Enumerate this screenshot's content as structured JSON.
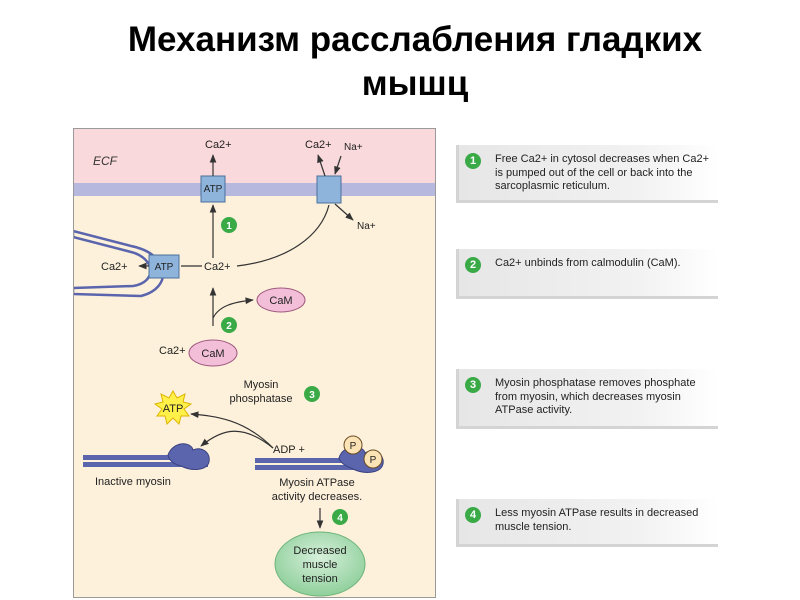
{
  "slide": {
    "title_line1": "Механизм расслабления гладких",
    "title_line2": "мышц"
  },
  "diagram": {
    "ecf_label": "ECF",
    "ca_top_left": "Ca2+",
    "ca_top_right": "Ca2+",
    "na_top": "Na+",
    "na_bottom": "Na+",
    "atp_pump_membrane": "ATP",
    "atp_pump_sr": "ATP",
    "ca_sr_side": "Ca2+",
    "ca_cytosol": "Ca2+",
    "cam_free": "CaM",
    "ca_bound": "Ca2+",
    "cam_bound": "CaM",
    "myosin_phosphatase_line1": "Myosin",
    "myosin_phosphatase_line2": "phosphatase",
    "atp_star": "ATP",
    "adp_plus": "ADP +",
    "phosphate_1": "P",
    "phosphate_2": "P",
    "inactive_myosin": "Inactive myosin",
    "atpase_line1": "Myosin ATPase",
    "atpase_line2": "activity decreases.",
    "tension_line1": "Decreased",
    "tension_line2": "muscle",
    "tension_line3": "tension",
    "badge_1": "1",
    "badge_2": "2",
    "badge_3": "3",
    "badge_4": "4"
  },
  "steps": [
    {
      "num": "1",
      "text": "Free Ca2+ in cytosol decreases when Ca2+ is pumped out of the cell or back into the sarcoplasmic reticulum."
    },
    {
      "num": "2",
      "text": "Ca2+ unbinds from calmodulin (CaM)."
    },
    {
      "num": "3",
      "text": "Myosin phosphatase removes phosphate from myosin, which decreases myosin ATPase activity."
    },
    {
      "num": "4",
      "text": "Less myosin ATPase results in decreased muscle tension."
    }
  ],
  "colors": {
    "ecf": "#f9d9db",
    "membrane": "#b6b9dd",
    "cytosol": "#fdf1dc",
    "pump": "#8fb4dc",
    "cam": "#f3bfd8",
    "badge": "#3aaa47",
    "myosin": "#5a65ad",
    "tension": "#a9dbb2",
    "atp_star": "#fff14a"
  }
}
